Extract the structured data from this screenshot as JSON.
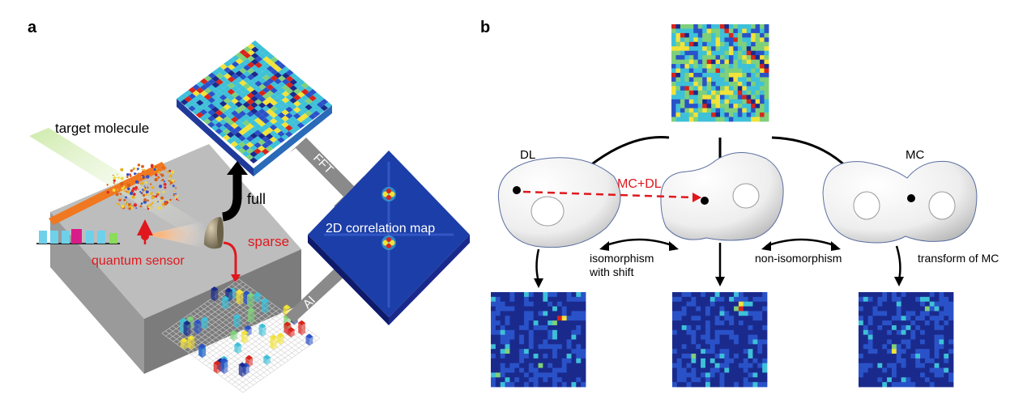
{
  "panel_a": {
    "panel_label": "a",
    "target_label": "target molecule",
    "sensor_label": "quantum sensor",
    "full_label": "full",
    "sparse_label": "sparse",
    "fft_label": "FFT",
    "ai_label": "AI",
    "map_label": "2D correlation map"
  },
  "panel_b": {
    "panel_label": "b",
    "dl_label": "DL",
    "mc_label": "MC",
    "mcdl_label": "MC+DL",
    "iso_label_line1": "isomorphism",
    "iso_label_line2": "with shift",
    "noniso_label": "non-isomorphism",
    "transform_label": "transform of MC"
  },
  "colors": {
    "jet_dark": "#1a2a8c",
    "jet_blue": "#2a52c8",
    "jet_cyan": "#3ec0d8",
    "jet_green": "#7fd07a",
    "jet_yellow": "#f2e23a",
    "jet_red": "#d8241c",
    "arrow_gray": "#8a8a8a",
    "accent_red": "#e0181e"
  }
}
